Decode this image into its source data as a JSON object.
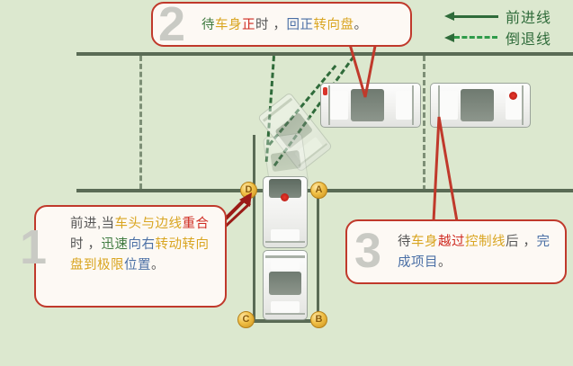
{
  "background_color": "#dce8cf",
  "line_color": "#5a6b55",
  "callout_border_color": "#c0392b",
  "legend": {
    "rows": [
      {
        "icon": "left-arrow-solid",
        "label": "前进线",
        "style": "solid"
      },
      {
        "icon": "left-arrow-dashed",
        "label": "倒退线",
        "style": "dashed"
      }
    ]
  },
  "steps": [
    {
      "number": "1",
      "text": "前进,当车头与边线重合时，迅速向右转动转向盘到极限位置。",
      "segments": [
        {
          "t": "前进,当",
          "c": "dark"
        },
        {
          "t": "车头与边线",
          "c": "gold"
        },
        {
          "t": "重合",
          "c": "red"
        },
        {
          "t": "时 ，",
          "c": "dark"
        },
        {
          "t": "迅速",
          "c": "green"
        },
        {
          "t": "向右",
          "c": "blue"
        },
        {
          "t": "转动转向盘到极限",
          "c": "gold"
        },
        {
          "t": "位置",
          "c": "blue"
        },
        {
          "t": "。",
          "c": "dark"
        }
      ]
    },
    {
      "number": "2",
      "text": "待车身正时，回正转向盘。",
      "segments": [
        {
          "t": "待",
          "c": "green"
        },
        {
          "t": "车身",
          "c": "gold"
        },
        {
          "t": "正",
          "c": "red"
        },
        {
          "t": "时 ，",
          "c": "dark"
        },
        {
          "t": "回正",
          "c": "blue"
        },
        {
          "t": "转向盘",
          "c": "gold"
        },
        {
          "t": "。",
          "c": "dark"
        }
      ]
    },
    {
      "number": "3",
      "text": "待车身越过控制线后，完成项目。",
      "segments": [
        {
          "t": "待",
          "c": "dark"
        },
        {
          "t": "车身",
          "c": "gold"
        },
        {
          "t": "越过",
          "c": "red"
        },
        {
          "t": "控制线",
          "c": "gold"
        },
        {
          "t": "后 ，",
          "c": "dark"
        },
        {
          "t": "完成项目",
          "c": "blue"
        },
        {
          "t": "。",
          "c": "dark"
        }
      ]
    }
  ],
  "markers": [
    {
      "label": "A",
      "name": "point-marker-a"
    },
    {
      "label": "B",
      "name": "point-marker-b"
    },
    {
      "label": "C",
      "name": "point-marker-c"
    },
    {
      "label": "D",
      "name": "point-marker-d"
    }
  ],
  "cars": [
    {
      "name": "parked-car-left",
      "orientation": "horizontal"
    },
    {
      "name": "parked-car-right",
      "orientation": "horizontal"
    },
    {
      "name": "turning-car-ghost",
      "orientation": "diagonal"
    },
    {
      "name": "active-car",
      "orientation": "vertical"
    },
    {
      "name": "start-car",
      "orientation": "vertical"
    }
  ]
}
